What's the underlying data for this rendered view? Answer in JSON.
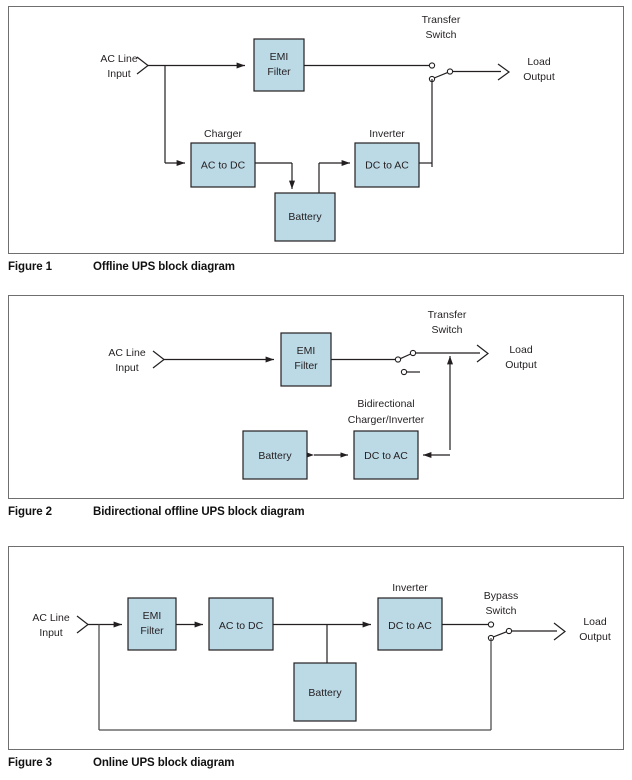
{
  "document": {
    "type": "technical block diagrams",
    "accent_block_fill": "#bcd9e6",
    "line_color": "#231f20",
    "frame_color": "#6f6f6f"
  },
  "figures": [
    {
      "number": "Figure 1",
      "title": "Offline UPS block diagram",
      "blocks": [
        {
          "id": "emi",
          "label_line1": "EMI",
          "label_line2": "Filter",
          "group_label": ""
        },
        {
          "id": "charger",
          "label_line1": "AC to DC",
          "label_line2": "",
          "group_label": "Charger"
        },
        {
          "id": "battery",
          "label_line1": "Battery",
          "label_line2": "",
          "group_label": ""
        },
        {
          "id": "inverter",
          "label_line1": "DC to AC",
          "label_line2": "",
          "group_label": "Inverter"
        }
      ],
      "ports": [
        {
          "id": "input",
          "line1": "AC Line",
          "line2": "Input"
        },
        {
          "id": "output",
          "line1": "Load",
          "line2": "Output"
        }
      ],
      "switch": {
        "line1": "Transfer",
        "line2": "Switch"
      }
    },
    {
      "number": "Figure 2",
      "title": "Bidirectional offline UPS block diagram",
      "blocks": [
        {
          "id": "emi",
          "label_line1": "EMI",
          "label_line2": "Filter",
          "group_label": ""
        },
        {
          "id": "battery",
          "label_line1": "Battery",
          "label_line2": "",
          "group_label": ""
        },
        {
          "id": "converter",
          "label_line1": "DC to AC",
          "label_line2": "",
          "group_label_line1": "Bidirectional",
          "group_label_line2": "Charger/Inverter"
        }
      ],
      "ports": [
        {
          "id": "input",
          "line1": "AC Line",
          "line2": "Input"
        },
        {
          "id": "output",
          "line1": "Load",
          "line2": "Output"
        }
      ],
      "switch": {
        "line1": "Transfer",
        "line2": "Switch"
      }
    },
    {
      "number": "Figure 3",
      "title": "Online UPS block diagram",
      "blocks": [
        {
          "id": "emi",
          "label_line1": "EMI",
          "label_line2": "Filter",
          "group_label": ""
        },
        {
          "id": "rectifier",
          "label_line1": "AC to DC",
          "label_line2": "",
          "group_label": ""
        },
        {
          "id": "battery",
          "label_line1": "Battery",
          "label_line2": "",
          "group_label": ""
        },
        {
          "id": "inverter",
          "label_line1": "DC to AC",
          "label_line2": "",
          "group_label": "Inverter"
        }
      ],
      "ports": [
        {
          "id": "input",
          "line1": "AC Line",
          "line2": "Input"
        },
        {
          "id": "output",
          "line1": "Load",
          "line2": "Output"
        }
      ],
      "switch": {
        "line1": "Bypass",
        "line2": "Switch"
      }
    }
  ]
}
